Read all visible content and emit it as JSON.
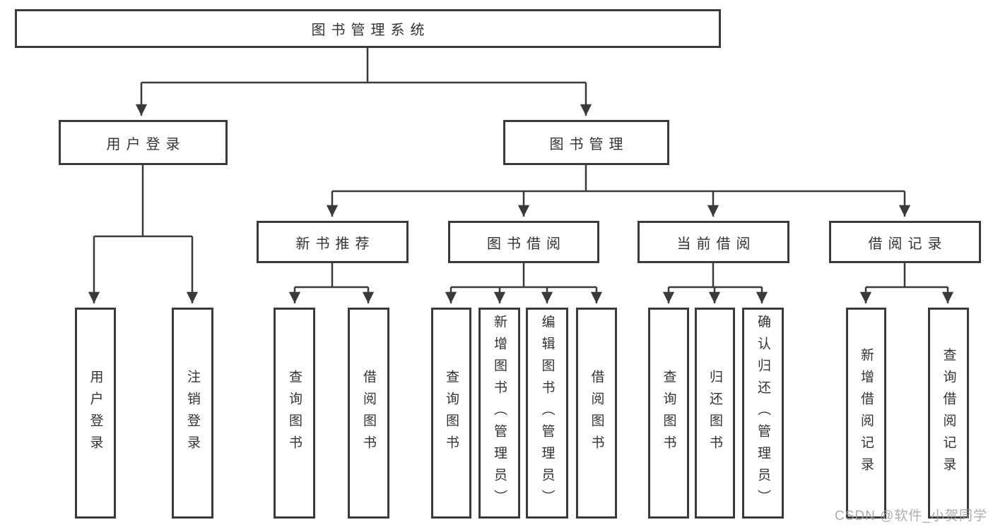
{
  "nodes": {
    "root": "图书管理系统",
    "user_login": "用户登录",
    "book_management": "图书管理",
    "new_book_recommend": "新书推荐",
    "book_borrow": "图书借阅",
    "current_borrow": "当前借阅",
    "borrow_record": "借阅记录"
  },
  "leaves": {
    "user_login": [
      "用户登录",
      "注销登录"
    ],
    "new_book_recommend": [
      "查询图书",
      "借阅图书"
    ],
    "book_borrow": [
      "查询图书",
      "新增图书（管理员）",
      "编辑图书（管理员）",
      "借阅图书"
    ],
    "current_borrow": [
      "查询图书",
      "归还图书",
      "确认归还（管理员）"
    ],
    "borrow_record": [
      "新增借阅记录",
      "查询借阅记录"
    ]
  },
  "watermark": "CSDN @软件_小贺同学",
  "colors": {
    "line": "#3a3a3a",
    "text": "#333333",
    "background": "#ffffff",
    "watermark": "#9e9e9e"
  }
}
